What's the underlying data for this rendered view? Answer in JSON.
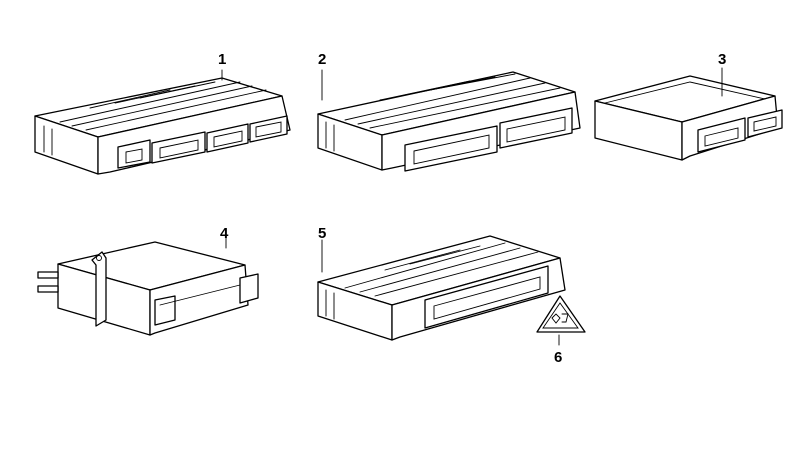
{
  "diagram": {
    "parts": [
      {
        "callout": "1"
      },
      {
        "callout": "2"
      },
      {
        "callout": "3"
      },
      {
        "callout": "4"
      },
      {
        "callout": "5"
      },
      {
        "callout": "6"
      }
    ]
  }
}
